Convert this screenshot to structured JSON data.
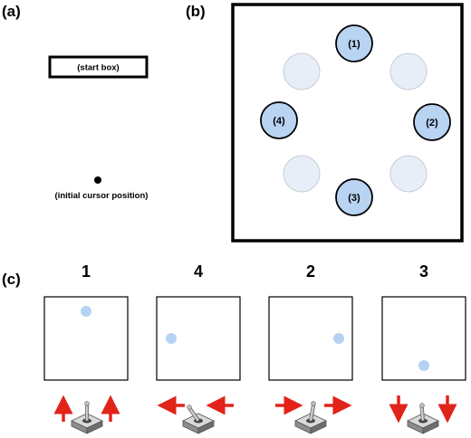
{
  "panel_a": {
    "label": "(a)",
    "start_box_label": "(start box)",
    "cursor_label": "(initial cursor position)"
  },
  "panel_b": {
    "label": "(b)",
    "targets": [
      {
        "label": "(1)",
        "active": true
      },
      {
        "label": "(2)",
        "active": true
      },
      {
        "label": "(3)",
        "active": true
      },
      {
        "label": "(4)",
        "active": true
      }
    ],
    "inactive_target_count": 4
  },
  "panel_c": {
    "label": "(c)",
    "trials": [
      {
        "number": "1",
        "direction": "up"
      },
      {
        "number": "4",
        "direction": "left"
      },
      {
        "number": "2",
        "direction": "right"
      },
      {
        "number": "3",
        "direction": "down"
      }
    ]
  },
  "colors": {
    "active_target": "#b9d3f2",
    "inactive_target": "#e8eef7",
    "dot": "#b6d2f3",
    "arrow": "#e2231a"
  }
}
